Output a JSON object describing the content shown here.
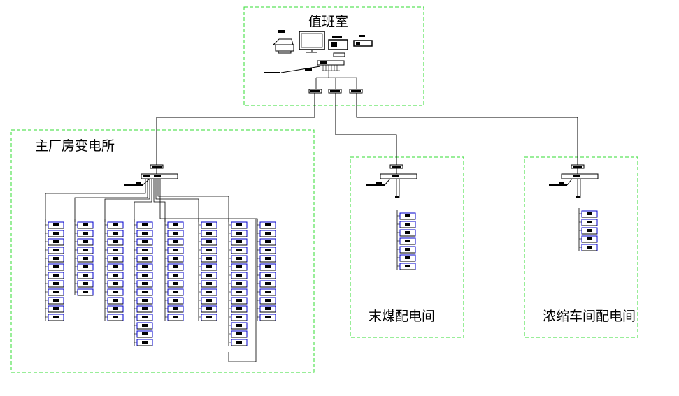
{
  "regions": {
    "control_room": {
      "title": "值班室"
    },
    "main_substation": {
      "title": "主厂房变电所"
    },
    "coal_room": {
      "title": "末煤配电间"
    },
    "thickener_room": {
      "title": "浓缩车间配电间"
    }
  },
  "column_meter_counts": [
    12,
    9,
    12,
    15,
    12,
    12,
    15,
    12
  ],
  "coal_room_meter_count": 7,
  "thickener_room_meter_count": 5,
  "colors": {
    "region_border": "#33dd33",
    "meter_border": "#0000cc",
    "device": "#000000",
    "background": "#ffffff"
  }
}
